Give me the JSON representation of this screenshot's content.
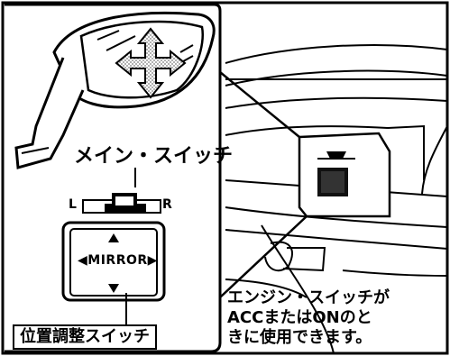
{
  "labels": {
    "main_switch": "メイン・スイッチ",
    "position_adjust_switch": "位置調整スイッチ",
    "left": "L",
    "right": "R",
    "mirror": "◀MIRROR▶"
  },
  "note": {
    "line1": "エンジン・スイッチが",
    "line2": "ACCまたはONのと",
    "line3": "きに使用できます。"
  },
  "colors": {
    "ink": "#000000",
    "paper": "#ffffff",
    "stipple": "#9a9a9a"
  }
}
